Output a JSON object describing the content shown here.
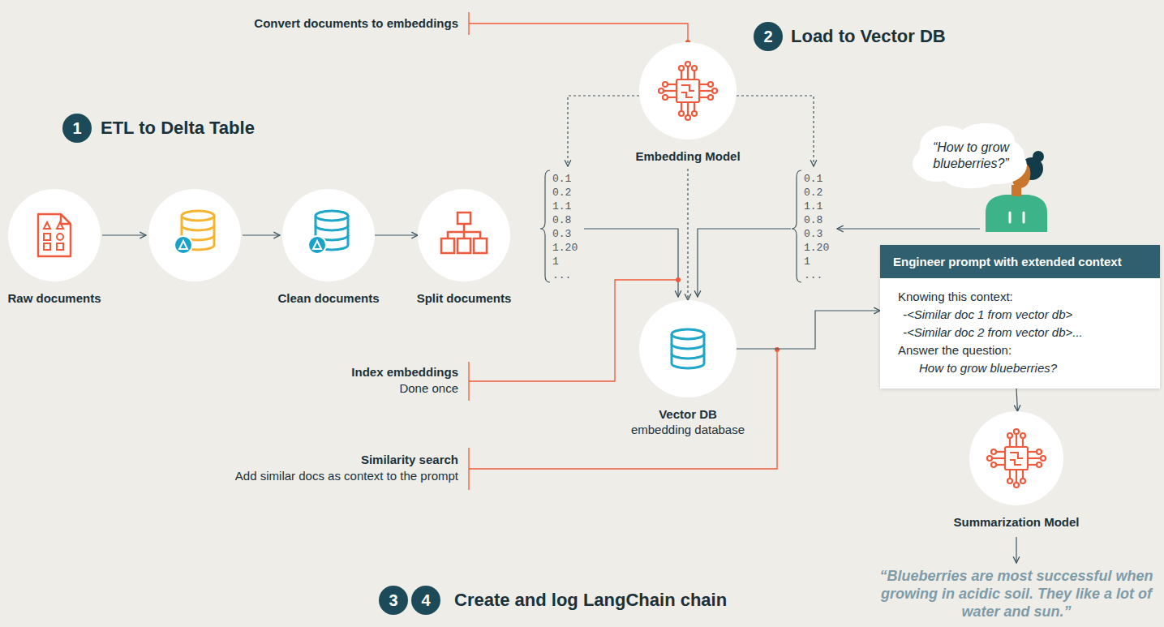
{
  "diagram": {
    "nodes": [
      {
        "text": [
          "1"
        ]
      },
      {
        "text": [
          "Raw documents"
        ]
      },
      {
        "text": [
          "Clean documents"
        ]
      },
      {
        "text": [
          "Split documents"
        ]
      },
      {
        "text": [
          "2"
        ]
      },
      {
        "text": [
          "Embedding Model"
        ]
      },
      {
        "text": [
          "Vector DB",
          "embedding database"
        ]
      },
      {
        "text": [
          "“How to grow blueberries?”"
        ]
      },
      {
        "text": [
          "Engineer prompt with extended context",
          "Knowing this context:",
          "-<Similar doc 1 from vector db>",
          "-<Similar doc 2 from vector db>...",
          "Answer the question:",
          "How to grow blueberries?"
        ]
      },
      {
        "text": [
          "Summarization Model"
        ]
      },
      {
        "text": [
          "3"
        ]
      },
      {
        "text": [
          "4"
        ]
      }
    ],
    "edges": [
      {
        "from": 2,
        "to": 3,
        "arrow": "to"
      },
      {
        "from": 5,
        "to": 6,
        "arrow": "to"
      },
      {
        "from": 6,
        "to": 8,
        "arrow": "to"
      },
      {
        "from": 8,
        "to": 9,
        "arrow": "to"
      }
    ],
    "labels": [
      "ETL to Delta Table",
      "Load to Vector DB",
      "Create and log LangChain chain",
      "Convert documents to embeddings",
      "Index embeddings",
      "Done once",
      "Similarity search",
      "Add similar docs as context to the prompt",
      "0.1 0.2 1.1 0.8 0.3 1.20 1 ...",
      "0.1 0.2 1.1 0.8 0.3 1.20 1 ...",
      "“Blueberries are most successful when growing in acidic soil. They like a lot of water and sun.”"
    ]
  }
}
